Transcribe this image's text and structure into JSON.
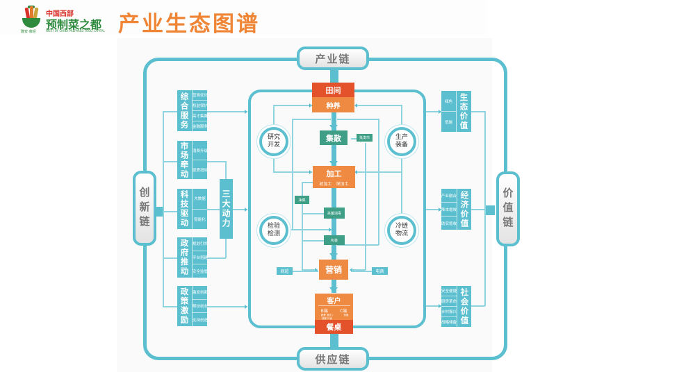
{
  "header": {
    "logo": {
      "cn_top": "中国西部",
      "cn_main": "预制菜之都",
      "en": "WEST OF CHINA PREPARED FOOD CAPITAL",
      "sub": "雅安·荥经",
      "icon": "pepper-bowl-logo-icon"
    },
    "title": "产业生态图谱"
  },
  "chains": {
    "top": "产业链",
    "bottom": "供应链",
    "left": "创新链",
    "right": "价值链"
  },
  "left_modules": [
    {
      "title": "综合服务",
      "items": [
        "营商优化",
        "权益保护",
        "高才集聚",
        "金融服务"
      ]
    },
    {
      "title": "市场牵动",
      "items": [
        "消费升级",
        "提质增效"
      ]
    },
    {
      "title": "科技驱动",
      "items": [
        "大数据",
        "智能化"
      ]
    },
    {
      "title": "政府推动",
      "items": [
        "规划引领",
        "平台搭建",
        "安全监管"
      ]
    },
    {
      "title": "政策激励",
      "items": [
        "激发创新",
        "帮扶创业",
        "支持创造"
      ]
    }
  ],
  "driver_label": "三大动力",
  "right_modules": [
    {
      "title": "生态价值",
      "items": [
        "绿色",
        "低碳"
      ]
    },
    {
      "title": "经济价值",
      "items": [
        "产业融合",
        "降本增效",
        "助农增收"
      ]
    },
    {
      "title": "社会价值",
      "items": [
        "安全便捷",
        "厨房革命",
        "乡村振兴",
        "战略储备"
      ]
    }
  ],
  "flow": {
    "field": "田间",
    "planting": "种养",
    "distribution": "集散",
    "wholesale": "批发市",
    "processing": "加工",
    "processing_sub": [
      "初加工",
      "深加工"
    ],
    "cleaning": "净菜",
    "sterilize": "杀菌消毒",
    "packaging": "包装",
    "marketing": "营销",
    "channel_left": "商超",
    "channel_right": "电商",
    "customer": "客户",
    "customer_b": "B端",
    "customer_c": "C端",
    "customer_b_sub": "团餐 酒店 / 快餐 外卖",
    "customer_c_sub": "家庭",
    "table": "餐桌"
  },
  "circles": {
    "rd": "研究开发",
    "equipment": "生产装备",
    "inspection": "检验检测",
    "coldchain": "冷链物流"
  },
  "colors": {
    "teal": "#5bbfcf",
    "orange": "#ef8a42",
    "red": "#e4522b",
    "green": "#3f9e86",
    "title_orange": "#ef8535"
  }
}
